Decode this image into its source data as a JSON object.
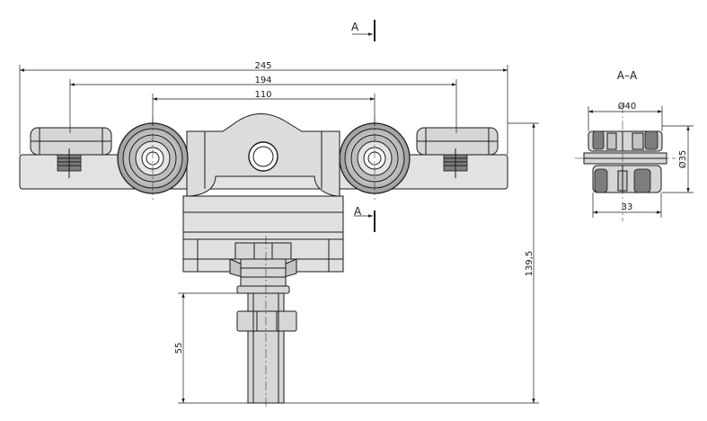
{
  "section_marker": "A",
  "section_title": "A–A",
  "dimensions": {
    "overall_width": "245",
    "wheel_span_outer": "194",
    "wheel_span_inner": "110",
    "height": "139,5",
    "bolt_length": "55",
    "section_diameter_40": "Ø40",
    "section_diameter_35": "Ø35",
    "section_width": "33"
  }
}
